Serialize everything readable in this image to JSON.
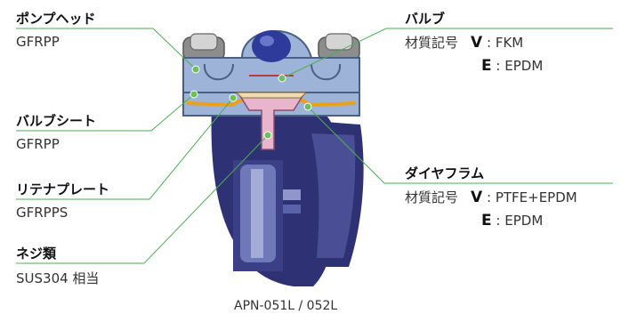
{
  "labels": {
    "pump_head": {
      "name": "ポンプヘッド",
      "material": "GFRPP"
    },
    "valve_seat": {
      "name": "バルブシート",
      "material": "GFRPP"
    },
    "retainer_plate": {
      "name": "リテナプレート",
      "material": "GFRPPS"
    },
    "screws": {
      "name": "ネジ類",
      "material": "SUS304 相当"
    },
    "valve": {
      "name": "バルブ",
      "code_label": "材質記号",
      "codes": [
        {
          "letter": "V",
          "sep": ":",
          "material": "FKM"
        },
        {
          "letter": "E",
          "sep": ":",
          "material": "EPDM"
        }
      ]
    },
    "diaphragm": {
      "name": "ダイヤフラム",
      "code_label": "材質記号",
      "codes": [
        {
          "letter": "V",
          "sep": ":",
          "material": "PTFE+EPDM"
        },
        {
          "letter": "E",
          "sep": ":",
          "material": "EPDM"
        }
      ]
    }
  },
  "caption": "APN-051L / 052L",
  "colors": {
    "leader_line": "#4caf50",
    "leader_dot": "#6dbf5d",
    "head_blue": "#9db3d7",
    "body_navy": "#2e3275",
    "seat_orange": "#e8a21a",
    "retainer_pink": "#e8b5cd",
    "valve_beige": "#efdcb5"
  }
}
